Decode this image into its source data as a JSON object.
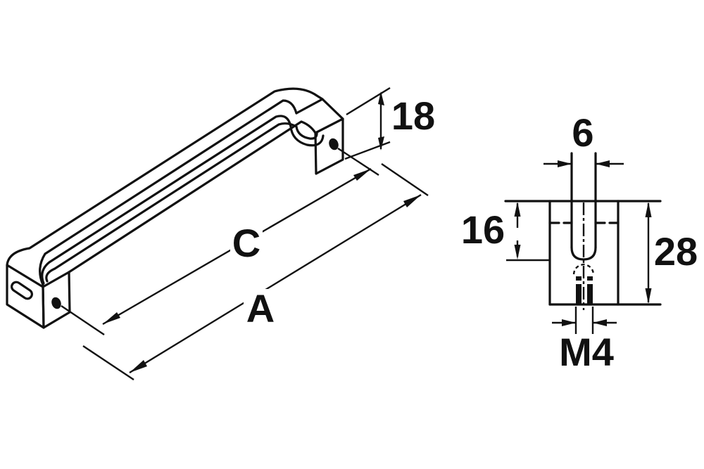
{
  "diagram": {
    "background": "#ffffff",
    "line_color": "#111111",
    "views": {
      "isometric": {
        "description": "isometric view of bow handle with two square feet",
        "dimensions": {
          "height": "18",
          "hole_centers": "C",
          "overall_length": "A"
        }
      },
      "end_section": {
        "description": "end section view of handle foot with slot and threaded hole",
        "dimensions": {
          "slot_width": "6",
          "slot_depth": "16",
          "body_depth": "28",
          "thread": "M4"
        }
      }
    }
  }
}
